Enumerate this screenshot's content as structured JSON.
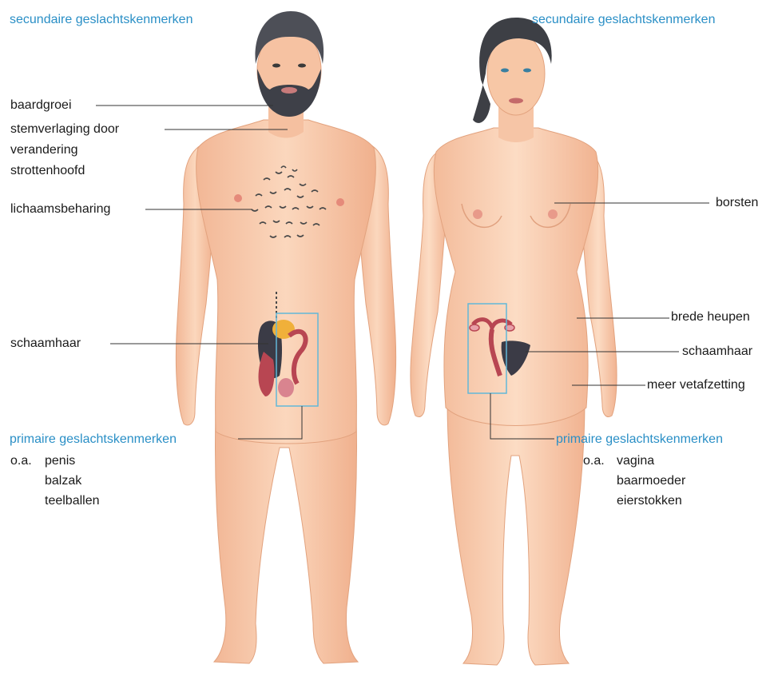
{
  "secondary_heading": "secundaire geslachtskenmerken",
  "primary_heading": "primaire geslachtskenmerken",
  "male": {
    "beard": "baardgroei",
    "voice_1": "stemverlaging door",
    "voice_2": "verandering",
    "voice_3": "strottenhoofd",
    "body_hair": "lichaamsbeharing",
    "pubic_hair": "schaamhaar",
    "oa": "o.a.",
    "organ_1": "penis",
    "organ_2": "balzak",
    "organ_3": "teelballen"
  },
  "female": {
    "breasts": "borsten",
    "hips": "brede heupen",
    "pubic_hair": "schaamhaar",
    "fat": "meer vetafzetting",
    "oa": "o.a.",
    "organ_1": "vagina",
    "organ_2": "baarmoeder",
    "organ_3": "eierstokken"
  },
  "colors": {
    "heading": "#2a8fc6",
    "skin": "#f7c7a6",
    "skin_outline": "#e7a987",
    "hair_male": "#4d4f57",
    "hair_female": "#3d3f45",
    "organ": "#b84652",
    "box": "#62b8d8",
    "line": "#333333"
  }
}
